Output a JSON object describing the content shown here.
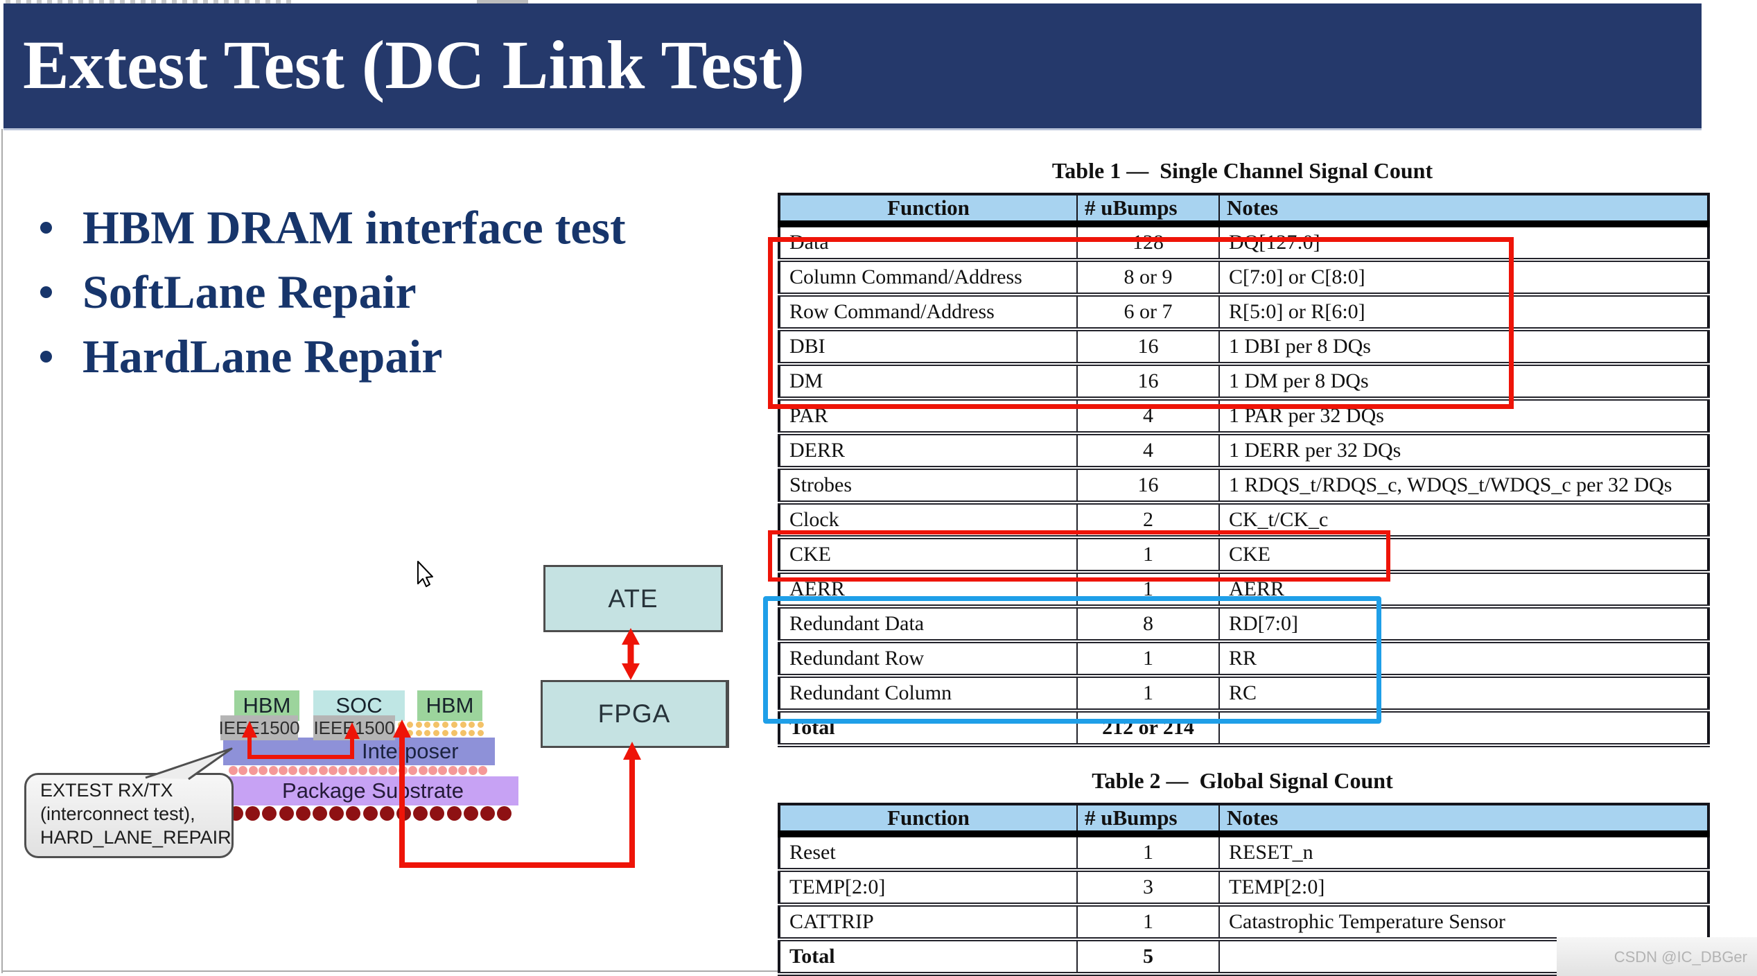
{
  "header": {
    "title": "Extest Test (DC Link Test)",
    "bg_color": "#25396b",
    "text_color": "#ffffff"
  },
  "bullets": [
    "HBM DRAM interface test",
    "SoftLane Repair",
    "HardLane Repair"
  ],
  "bullet_color": "#17356b",
  "diagram": {
    "hbm_left": "HBM",
    "soc": "SOC",
    "hbm_right": "HBM",
    "ieee1500_left": "IEEE1500",
    "ieee1500_right": "IEEE1500",
    "interposer": "Interposer",
    "package_substrate": "Package Substrate",
    "ate": "ATE",
    "fpga": "FPGA",
    "callout": {
      "0": "EXTEST RX/TX",
      "1": "(interconnect test),",
      "2": "HARD_LANE_REPAIR"
    },
    "colors": {
      "hbm": "#9cd49c",
      "soc": "#bfe6e4",
      "ieee1500": "#b5b5b5",
      "interposer": "#8e91d8",
      "package_substrate": "#c7a2f4",
      "microbump_orange": "#f3c268",
      "bump_pink": "#f59898",
      "ball_dark_red": "#8e1113",
      "equipment_fill": "#c5e2e2",
      "arrow_red": "#ee1408"
    }
  },
  "tables": [
    {
      "title": "Table 1 —  Single Channel Signal Count",
      "headers": [
        "Function",
        "# uBumps",
        "Notes"
      ],
      "rows": [
        [
          "Data",
          "128",
          "DQ[127:0]"
        ],
        [
          "Column Command/Address",
          "8 or 9",
          "C[7:0] or C[8:0]"
        ],
        [
          "Row Command/Address",
          "6 or 7",
          "R[5:0] or R[6:0]"
        ],
        [
          "DBI",
          "16",
          "1 DBI per 8 DQs"
        ],
        [
          "DM",
          "16",
          "1 DM per 8 DQs"
        ],
        [
          "PAR",
          "4",
          "1 PAR per 32 DQs"
        ],
        [
          "DERR",
          "4",
          "1 DERR per 32 DQs"
        ],
        [
          "Strobes",
          "16",
          "1 RDQS_t/RDQS_c, WDQS_t/WDQS_c per 32 DQs"
        ],
        [
          "Clock",
          "2",
          "CK_t/CK_c"
        ],
        [
          "CKE",
          "1",
          "CKE"
        ],
        [
          "AERR",
          "1",
          "AERR"
        ],
        [
          "Redundant Data",
          "8",
          "RD[7:0]"
        ],
        [
          "Redundant Row",
          "1",
          "RR"
        ],
        [
          "Redundant Column",
          "1",
          "RC"
        ],
        [
          "Total",
          "212 or 214",
          ""
        ]
      ]
    },
    {
      "title": "Table 2 —  Global Signal Count",
      "headers": [
        "Function",
        "# uBumps",
        "Notes"
      ],
      "rows": [
        [
          "Reset",
          "1",
          "RESET_n"
        ],
        [
          "TEMP[2:0]",
          "3",
          "TEMP[2:0]"
        ],
        [
          "CATTRIP",
          "1",
          "Catastrophic Temperature Sensor"
        ],
        [
          "Total",
          "5",
          ""
        ]
      ]
    }
  ],
  "annotations": {
    "red_box_color": "#ee1408",
    "blue_box_color": "#1f9fe8",
    "table_header_blue": "#a8d3f0"
  },
  "watermark": "CSDN @IC_DBGer"
}
